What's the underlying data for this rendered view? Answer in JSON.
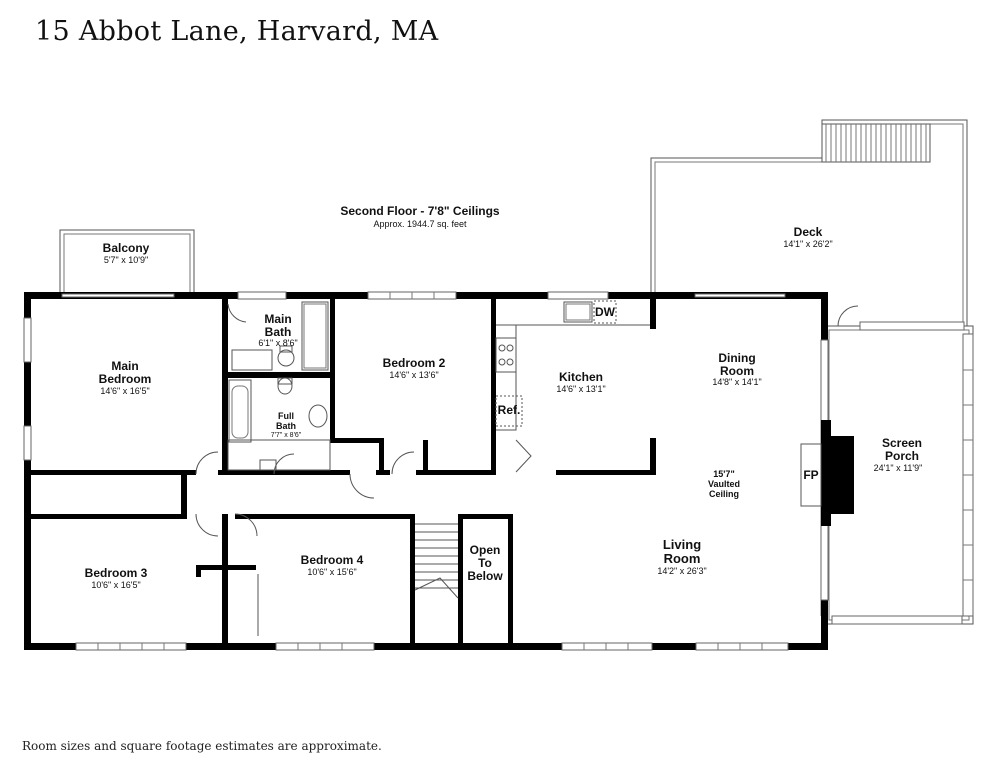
{
  "header": {
    "title": "15 Abbot Lane, Harvard, MA"
  },
  "floor": {
    "label": "Second Floor - 7'8\" Ceilings",
    "area": "Approx. 1944.7 sq. feet"
  },
  "rooms": {
    "balcony": {
      "name": "Balcony",
      "dims": "5'7\" x 10'9\""
    },
    "deck": {
      "name": "Deck",
      "dims": "14'1\" x 26'2\""
    },
    "main_bath": {
      "name_line1": "Main",
      "name_line2": "Bath",
      "dims": "6'1\" x 8'6\""
    },
    "main_bedroom": {
      "name_line1": "Main",
      "name_line2": "Bedroom",
      "dims": "14'6\" x 16'5\""
    },
    "full_bath": {
      "name_line1": "Full",
      "name_line2": "Bath",
      "dims": "7'7\" x 8'6\""
    },
    "bedroom2": {
      "name": "Bedroom 2",
      "dims": "14'6\" x 13'6\""
    },
    "kitchen": {
      "name": "Kitchen",
      "dims": "14'6\" x 13'1\""
    },
    "dining": {
      "name_line1": "Dining",
      "name_line2": "Room",
      "dims": "14'8\" x 14'1\""
    },
    "screen_porch": {
      "name_line1": "Screen",
      "name_line2": "Porch",
      "dims": "24'1\" x 11'9\""
    },
    "vaulted": {
      "line1": "15'7\"",
      "line2": "Vaulted",
      "line3": "Ceiling"
    },
    "living": {
      "name_line1": "Living",
      "name_line2": "Room",
      "dims": "14'2\" x 26'3\""
    },
    "bedroom3": {
      "name": "Bedroom 3",
      "dims": "10'6\" x 16'5\""
    },
    "bedroom4": {
      "name": "Bedroom 4",
      "dims": "10'6\" x 15'6\""
    },
    "open_below": {
      "line1": "Open",
      "line2": "To",
      "line3": "Below"
    }
  },
  "fixtures": {
    "dishwasher": "DW",
    "refrigerator": "Ref.",
    "fireplace": "FP"
  },
  "footer": {
    "note": "Room sizes and square footage estimates are approximate."
  }
}
